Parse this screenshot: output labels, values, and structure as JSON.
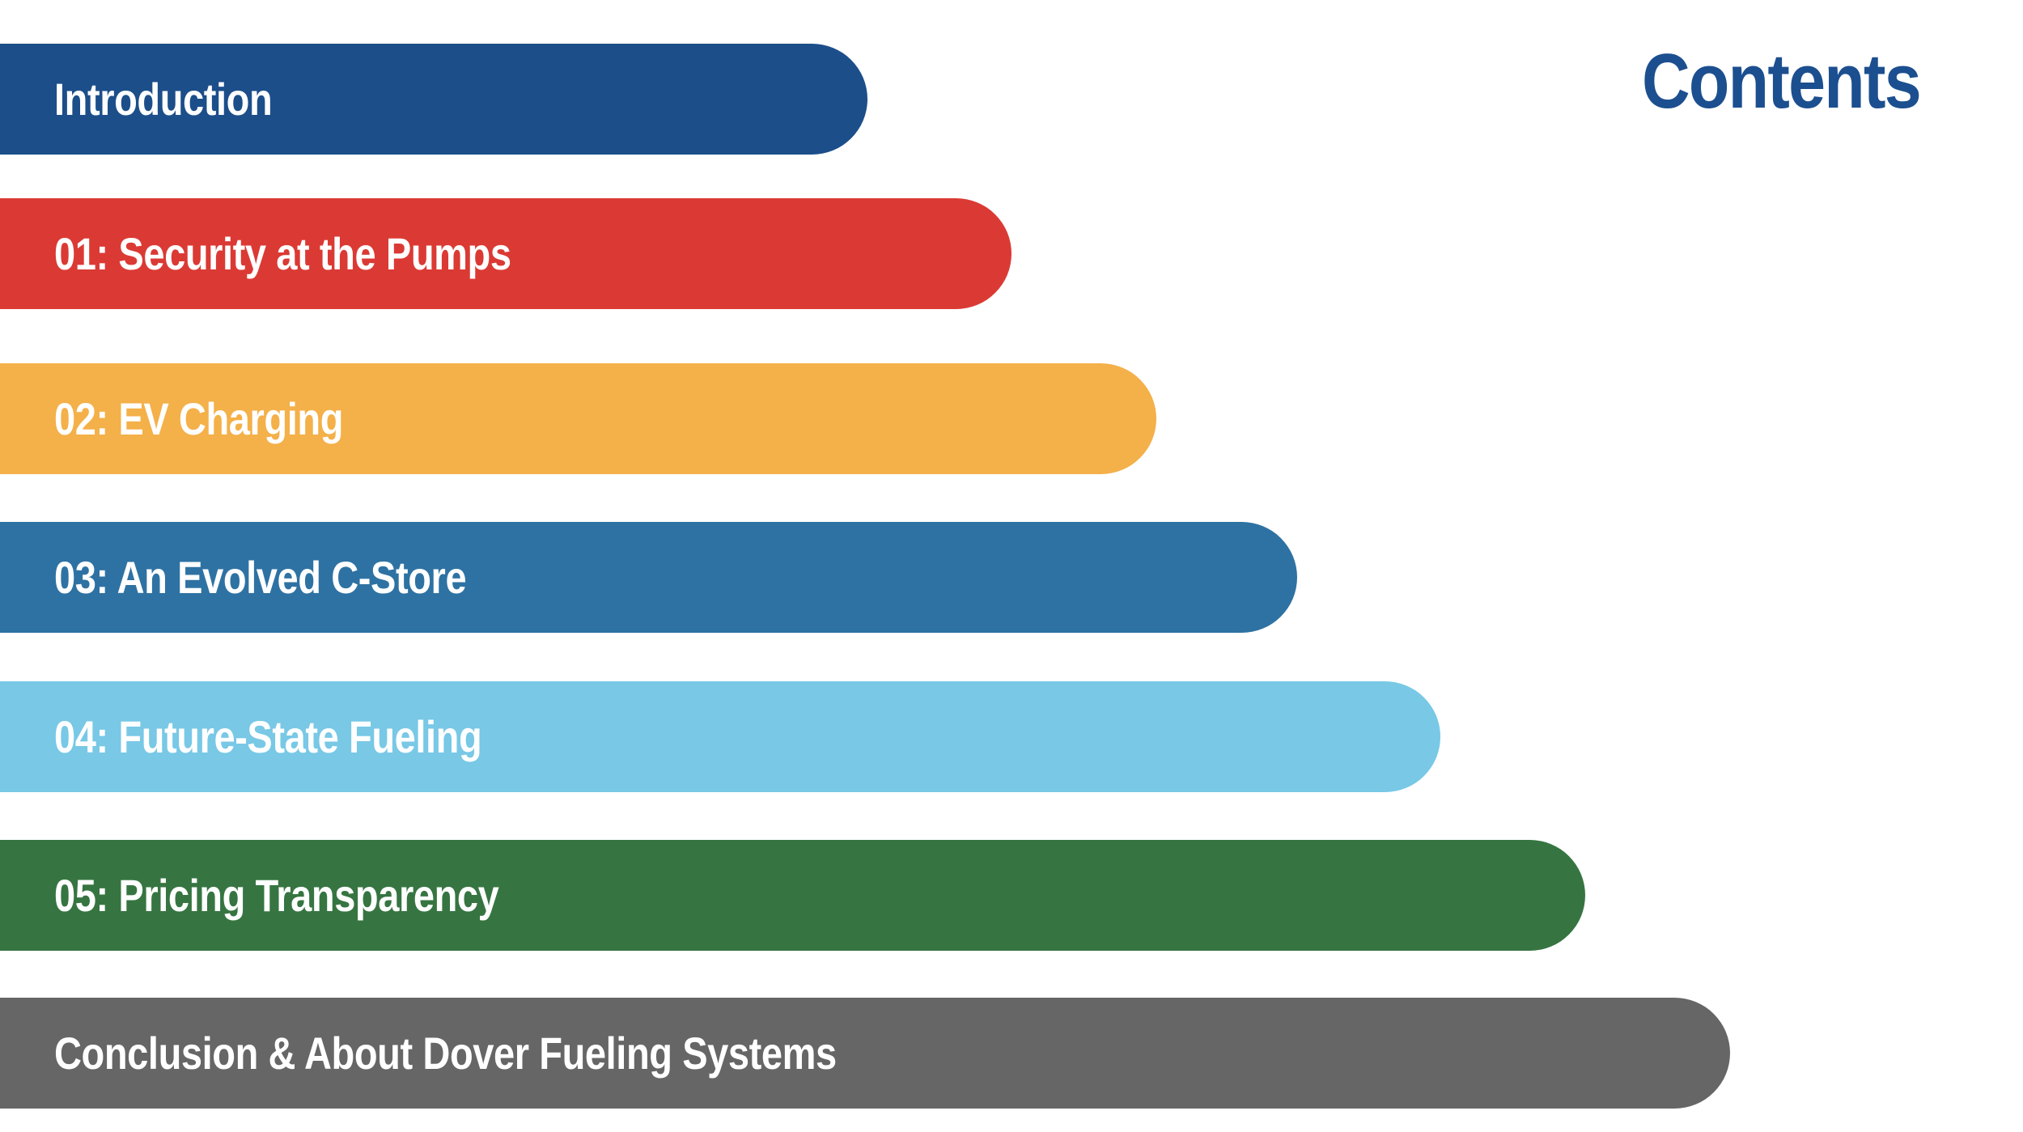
{
  "title": "Contents",
  "title_color": "#1c4f8f",
  "sections": [
    {
      "label": "Introduction",
      "color": "#1c4e8a"
    },
    {
      "label": "01: Security at the Pumps",
      "color": "#db3a34"
    },
    {
      "label": "02: EV Charging",
      "color": "#f4b049"
    },
    {
      "label": "03: An Evolved C-Store",
      "color": "#2e72a3"
    },
    {
      "label": "04: Future-State Fueling",
      "color": "#78c8e6"
    },
    {
      "label": "05: Pricing Transparency",
      "color": "#367541"
    },
    {
      "label": "Conclusion & About Dover Fueling Systems",
      "color": "#666666"
    }
  ]
}
